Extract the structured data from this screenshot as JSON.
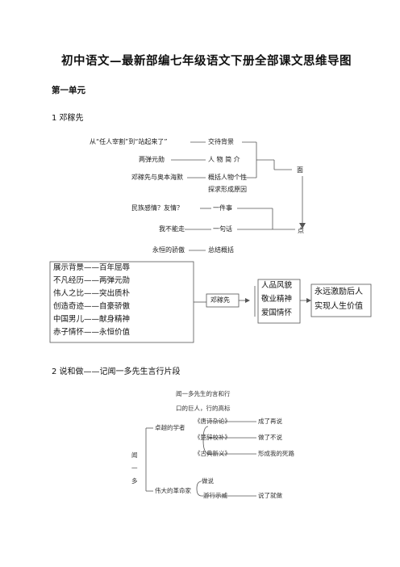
{
  "doc_title": "初中语文—最新部编七年级语文下册全部课文思维导图",
  "unit_label": "第一单元",
  "lesson1": {
    "title": "1  邓稼先",
    "diagram_a": {
      "left": [
        "从“任人宰割”到“站起来了”",
        "两弹元勋",
        "邓稼先与奥本海默",
        "民族感情？友情？",
        "我不能走",
        "永恒的骄傲"
      ],
      "mid": [
        "交待背景",
        "人  物  简  介",
        "概括人物个性",
        "探求形成原因",
        "一件事",
        "一句话",
        "总结概括"
      ],
      "right": [
        "面",
        "点"
      ]
    },
    "diagram_b": {
      "left": [
        "展示背景——百年屈辱",
        "不凡经历——两弹元勋",
        "伟人之比——突出质朴",
        "创造奇迹——自豪骄傲",
        "中国男儿——献身精神",
        "赤子情怀——永恒价值"
      ],
      "center": "邓稼先",
      "mid": [
        "人品风貌",
        "敬业精神",
        "爱国情怀"
      ],
      "right": [
        "永远激励后人",
        "实现人生价值"
      ]
    }
  },
  "lesson2": {
    "title": "2  说和做——记闻一多先生言行片段",
    "diagram": {
      "top": [
        "闻一多先生的言和行",
        "口的巨人，行的高标"
      ],
      "root": [
        "闻",
        "一",
        "多"
      ],
      "branches": [
        "卓越的学者",
        "伟大的革命家"
      ],
      "works": [
        "《唐诗杂论》",
        "《楚辞校补》",
        "《古典新义》"
      ],
      "results": [
        "成了再说",
        "做了不说",
        "形成我的死路"
      ],
      "actions": [
        "做说",
        "游行示威"
      ],
      "action_result": "说了就做"
    }
  }
}
